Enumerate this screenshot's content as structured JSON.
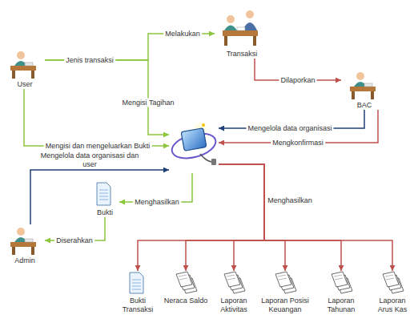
{
  "diagram": {
    "nodes": [
      {
        "text": [
          "Transaksi"
        ]
      },
      {
        "text": [
          "User"
        ]
      },
      {
        "text": [
          "BAC"
        ]
      },
      {
        "text": []
      },
      {
        "text": [
          "Bukti"
        ]
      },
      {
        "text": [
          "Admin"
        ]
      },
      {
        "text": [
          "Bukti Transaksi"
        ]
      },
      {
        "text": [
          "Neraca Saldo"
        ]
      },
      {
        "text": [
          "Laporan Aktivitas"
        ]
      },
      {
        "text": [
          "Laporan Posisi Keuangan"
        ]
      },
      {
        "text": [
          "Laporan Tahunan"
        ]
      },
      {
        "text": [
          "Laporan Arus Kas"
        ]
      }
    ],
    "edges": [
      {
        "from": 1,
        "to": 0,
        "arrow": "to",
        "label": "Melakukan"
      },
      {
        "from": 1,
        "to": 3,
        "arrow": "to",
        "label": "Mengisi Tagihan"
      },
      {
        "from": 1,
        "to": 3,
        "arrow": "to",
        "label": "Mengisi dan mengeluarkan Bukti"
      },
      {
        "from": 0,
        "to": 2,
        "arrow": "to",
        "label": "Dilaporkan"
      },
      {
        "from": 2,
        "to": 3,
        "arrow": "to",
        "label": "Mengelola data organisasi"
      },
      {
        "from": 2,
        "to": 3,
        "arrow": "to",
        "label": "Mengkonfirmasi"
      },
      {
        "from": 5,
        "to": 3,
        "arrow": "to",
        "label": "Mengelola data organisasi dan user"
      },
      {
        "from": 3,
        "to": 4,
        "arrow": "to",
        "label": "Menghasilkan"
      },
      {
        "from": 4,
        "to": 5,
        "arrow": "to",
        "label": "Diserahkan"
      },
      {
        "from": 3,
        "to": 6,
        "arrow": "to",
        "label": "Menghasilkan"
      },
      {
        "from": 3,
        "to": 7,
        "arrow": "to"
      },
      {
        "from": 3,
        "to": 8,
        "arrow": "to"
      },
      {
        "from": 3,
        "to": 9,
        "arrow": "to"
      },
      {
        "from": 3,
        "to": 10,
        "arrow": "to"
      },
      {
        "from": 3,
        "to": 11,
        "arrow": "to"
      }
    ],
    "labels": [
      "Jenis transaksi"
    ]
  }
}
